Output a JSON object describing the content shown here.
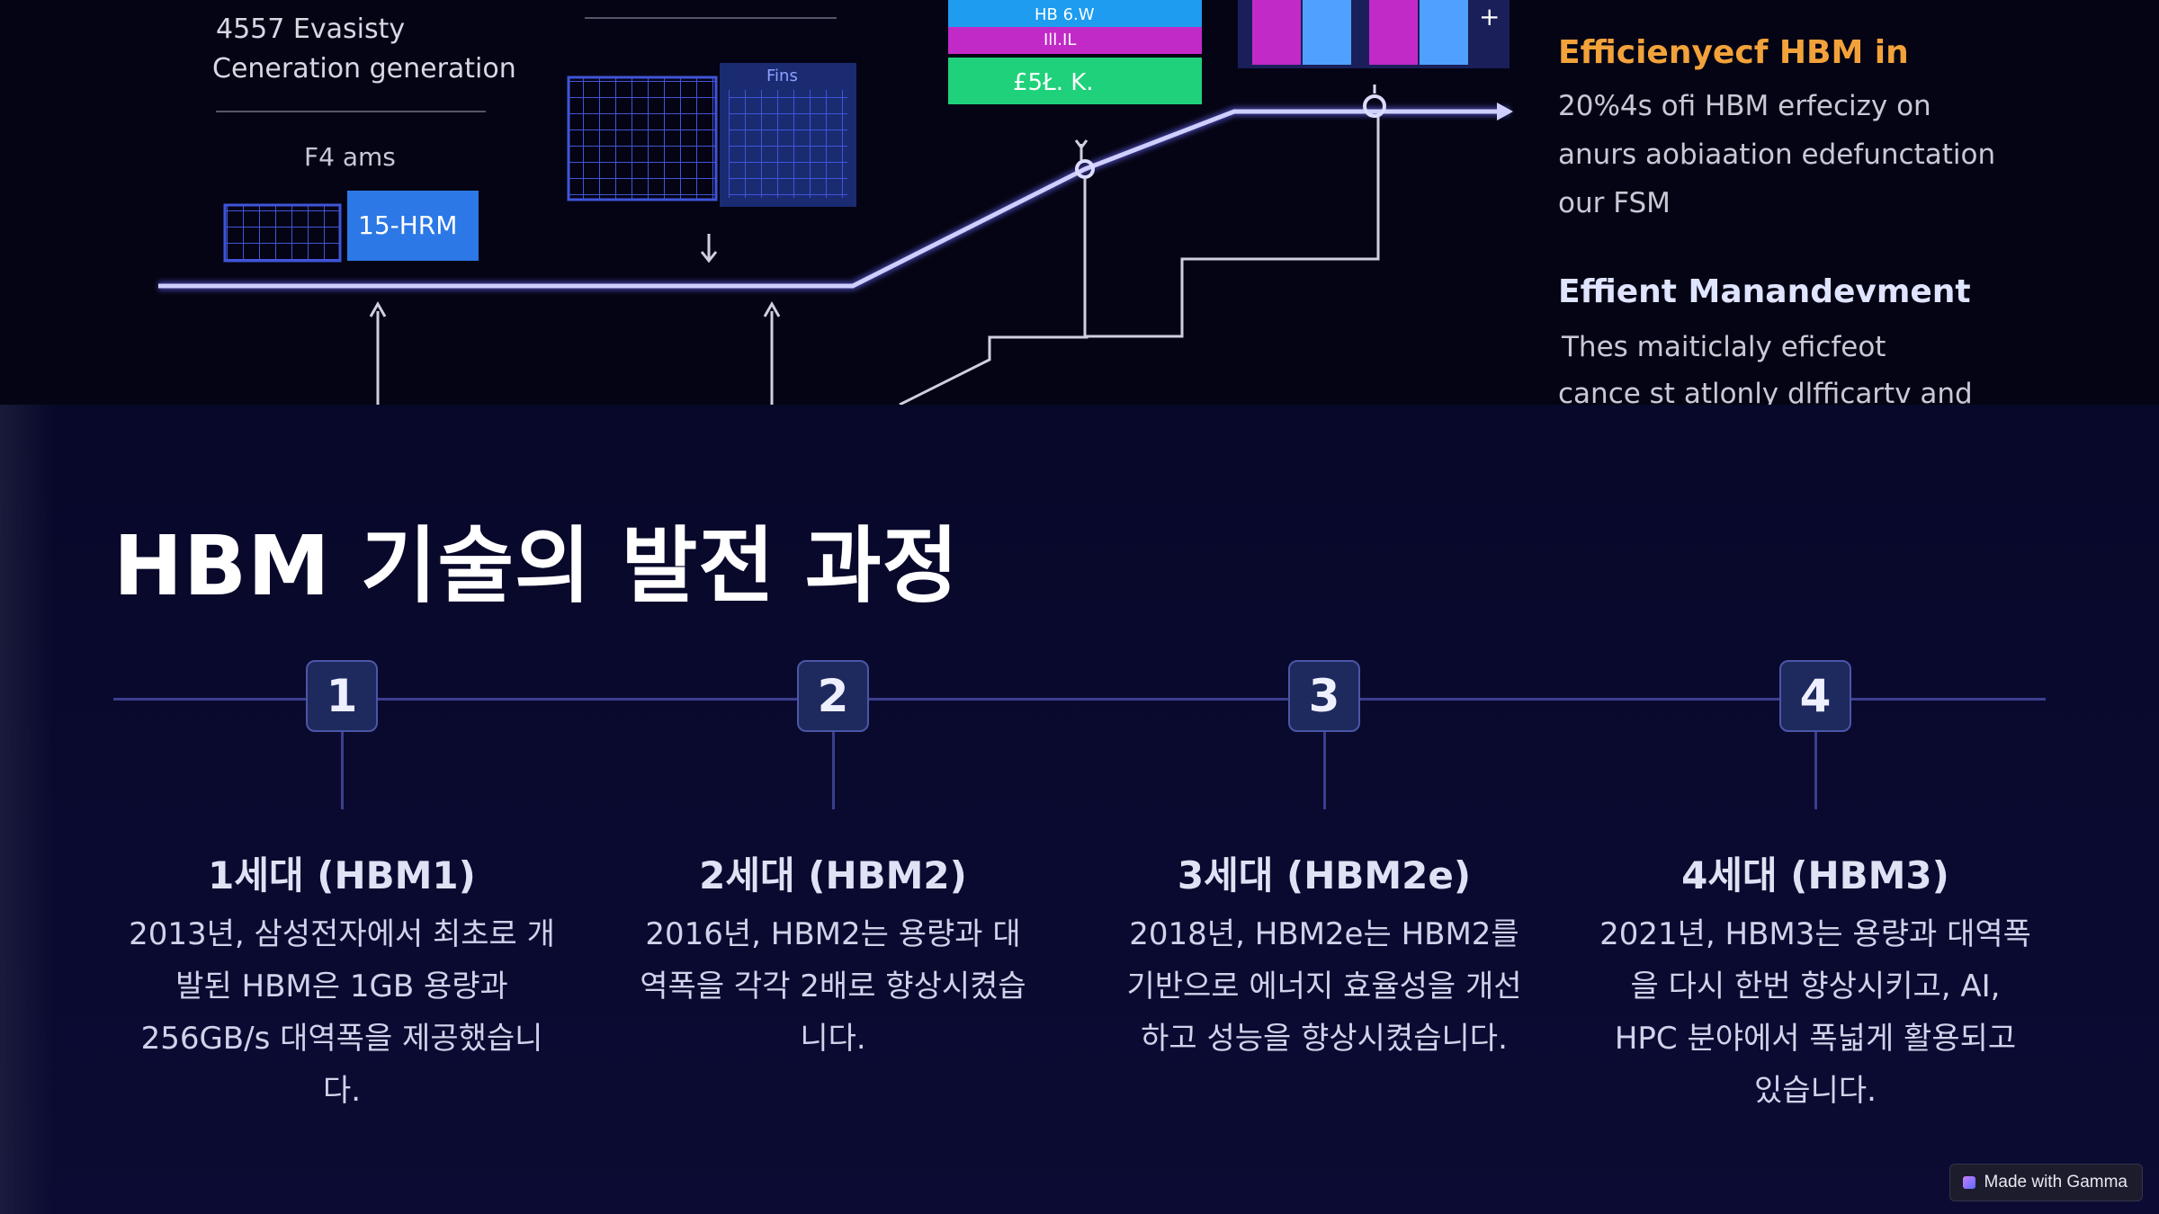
{
  "hero": {
    "left_heading_line1": "4557 Evasisty",
    "left_heading_line2": "Ceneration generation",
    "left_sub": "F4 ams",
    "chip_label": "15-HRM",
    "small_chip_label": "Fins",
    "bar_label_1": "HB 6.W",
    "bar_label_2": "Ill.IL",
    "bar_label_3": "£5Ł. K.",
    "right_title_1": "Efficienyecf HBM in",
    "right_text_1_line1": "20%4s ofi HBM erfecizy on",
    "right_text_1_line2": "anurs aobiaation edefunctation",
    "right_text_1_line3": "our FSM",
    "right_title_2": "Effient Manandevment",
    "right_text_2_line1": "Thes maiticlaly eficfeot",
    "right_text_2_line2": "cance st atlonly dlfficartv and"
  },
  "slide": {
    "title": "HBM 기술의 발전 과정",
    "steps": [
      {
        "number": "1",
        "title": "1세대 (HBM1)",
        "desc": "2013년, 삼성전자에서 최초로 개발된 HBM은 1GB 용량과 256GB/s 대역폭을 제공했습니다."
      },
      {
        "number": "2",
        "title": "2세대 (HBM2)",
        "desc": "2016년, HBM2는 용량과 대역폭을 각각 2배로 향상시켰습니다."
      },
      {
        "number": "3",
        "title": "3세대 (HBM2e)",
        "desc": "2018년, HBM2e는 HBM2를 기반으로 에너지 효율성을 개선하고 성능을 향상시켰습니다."
      },
      {
        "number": "4",
        "title": "4세대 (HBM3)",
        "desc": "2021년, HBM3는 용량과 대역폭을 다시 한번 향상시키고, AI, HPC 분야에서 폭넓게 활용되고 있습니다."
      }
    ]
  },
  "badge": {
    "label": "Made with Gamma"
  },
  "colors": {
    "background": "#07071f",
    "timeline": "#3b3f8c",
    "badge_fill": "#1e2a5e",
    "hero_accent_orange": "#f2a23a",
    "hero_line": "#b9b8ff"
  }
}
